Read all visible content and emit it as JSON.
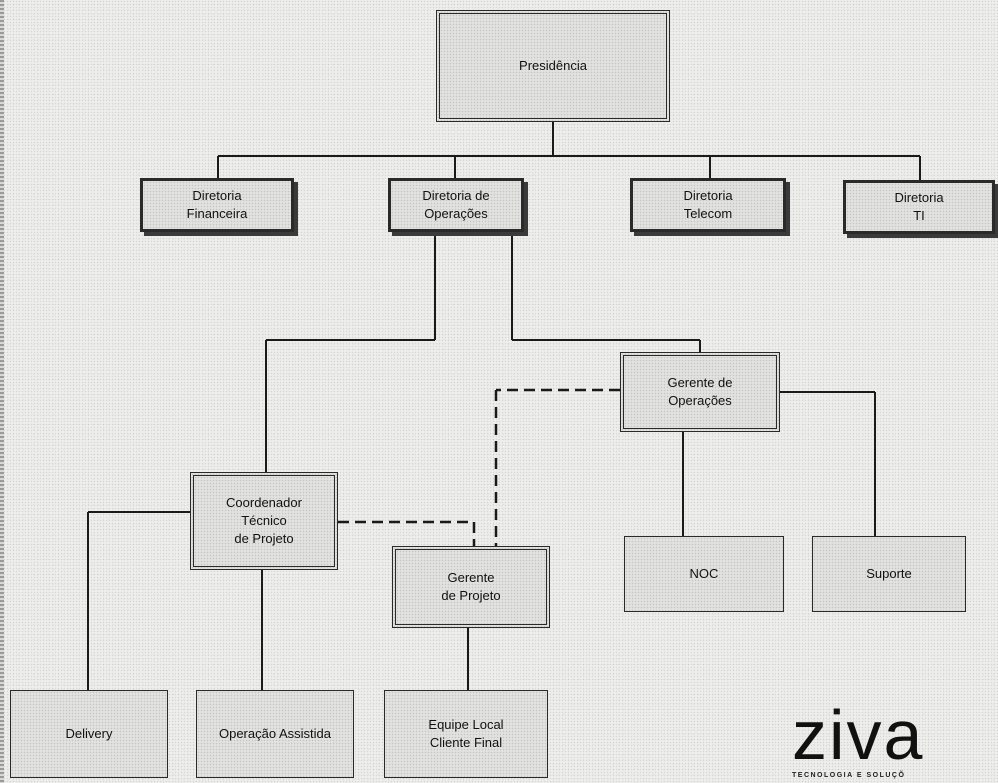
{
  "org": {
    "presidencia": "Presidência",
    "dir_financeira": "Diretoria\nFinanceira",
    "dir_operacoes": "Diretoria de\nOperações",
    "dir_telecom": "Diretoria\nTelecom",
    "dir_ti": "Diretoria\nTI",
    "gerente_operacoes": "Gerente de\nOperações",
    "coordenador": "Coordenador\nTécnico\nde Projeto",
    "gerente_projeto": "Gerente\nde Projeto",
    "noc": "NOC",
    "suporte": "Suporte",
    "delivery": "Delivery",
    "operacao_assistida": "Operação Assistida",
    "equipe_local": "Equipe Local\nCliente Final"
  },
  "logo": {
    "word": "ziva",
    "tagline": "TECNOLOGIA E SOLUÇÕ"
  }
}
